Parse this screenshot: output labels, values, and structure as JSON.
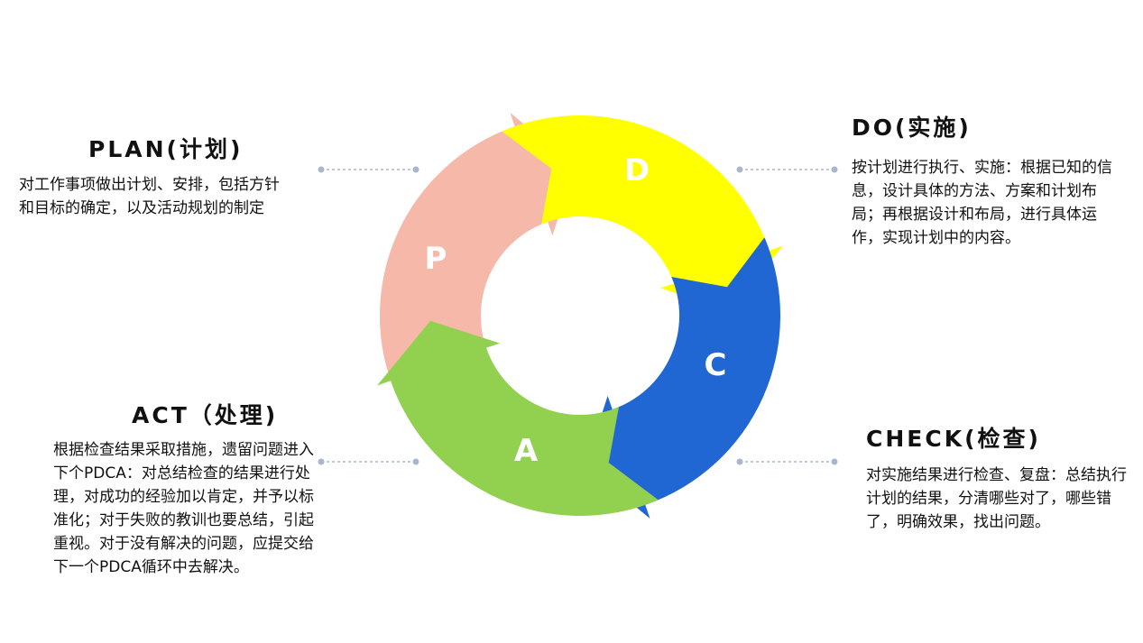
{
  "colors": {
    "plan": "#F6B8A9",
    "do": "#FFFF00",
    "check": "#2167D4",
    "act": "#92D050",
    "connector": "#A9B6CC",
    "arrow_text": "#FFFFFF"
  },
  "cycle": {
    "p": "P",
    "d": "D",
    "c": "C",
    "a": "A"
  },
  "plan": {
    "title": "PLAN(计划)",
    "desc": "对工作事项做出计划、安排，包括方针和目标的确定，以及活动规划的制定"
  },
  "do": {
    "title": "DO(实施)",
    "desc": "按计划进行执行、实施：根据已知的信息，设计具体的方法、方案和计划布局；再根据设计和布局，进行具体运作，实现计划中的内容。"
  },
  "check": {
    "title": "CHECK(检查)",
    "desc": "对实施结果进行检查、复盘：总结执行计划的结果，分清哪些对了，哪些错了，明确效果，找出问题。"
  },
  "act": {
    "title": "ACT（处理)",
    "desc": "根据检查结果采取措施，遗留问题进入下个PDCA：对总结检查的结果进行处理，对成功的经验加以肯定，并予以标准化；对于失败的教训也要总结，引起重视。对于没有解决的问题，应提交给下一个PDCA循环中去解决。"
  }
}
